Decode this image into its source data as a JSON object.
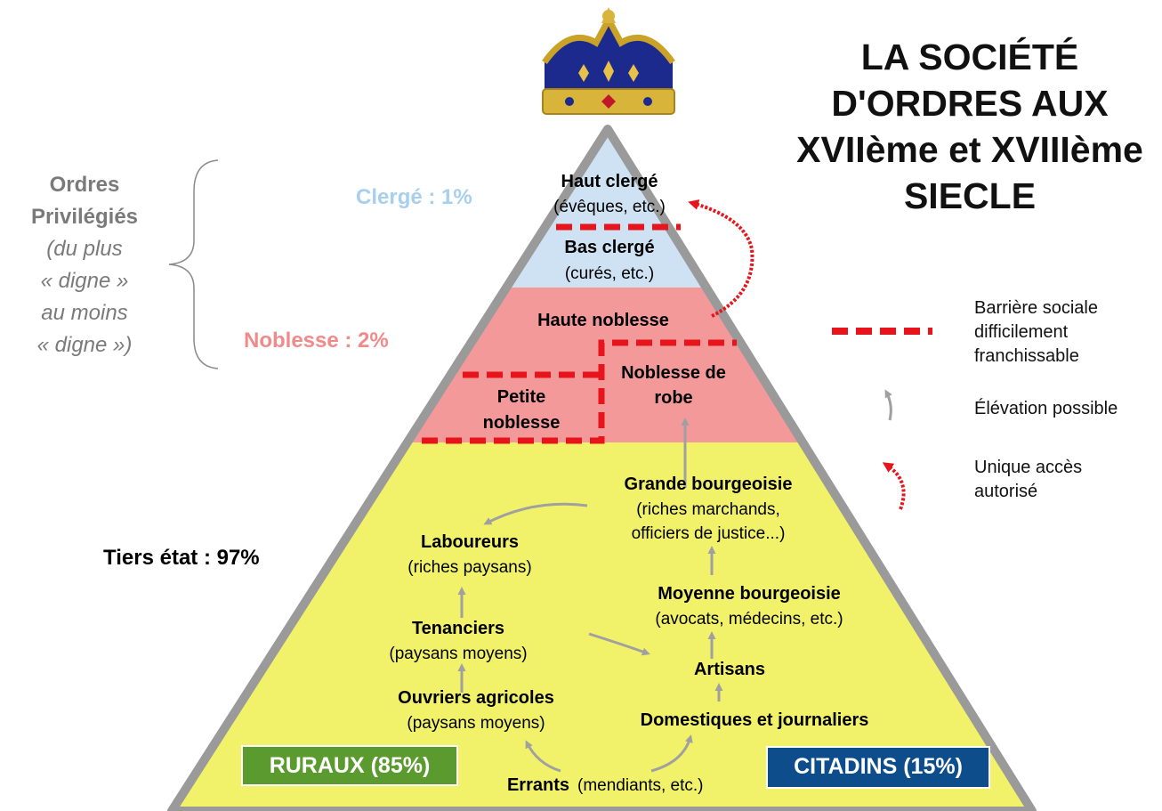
{
  "title_lines": [
    "LA SOCIÉTÉ",
    "D'ORDRES AUX",
    "XVIIème et XVIIIème",
    "SIECLE"
  ],
  "privileged": {
    "title_lines": [
      "Ordres",
      "Privilégiés"
    ],
    "subtitle_lines": [
      "(du plus",
      "« digne »",
      "au moins",
      "« digne »)"
    ]
  },
  "orders": {
    "clerge": {
      "label": "Clergé : 1%",
      "color": "#a7cfee",
      "fill": "#cfe2f3"
    },
    "noblesse": {
      "label": "Noblesse : 2%",
      "color": "#ef8b8b",
      "fill": "#f4999a"
    },
    "tiers": {
      "label": "Tiers état : 97%",
      "color": "#000000",
      "fill": "#f2f26a"
    }
  },
  "groups": {
    "haut_clerge": {
      "name": "Haut clergé",
      "detail": "(évêques, etc.)"
    },
    "bas_clerge": {
      "name": "Bas clergé",
      "detail": "(curés, etc.)"
    },
    "haute_noblesse": {
      "name": "Haute noblesse"
    },
    "noblesse_robe": {
      "line1": "Noblesse de",
      "line2": "robe"
    },
    "petite_noblesse": {
      "line1": "Petite",
      "line2": "noblesse"
    },
    "grande_bourgeoisie": {
      "name": "Grande bourgeoisie",
      "detail1": "(riches marchands,",
      "detail2": "officiers de justice...)"
    },
    "laboureurs": {
      "name": "Laboureurs",
      "detail": "(riches paysans)"
    },
    "moyenne_bourgeoisie": {
      "name": "Moyenne bourgeoisie",
      "detail": "(avocats, médecins, etc.)"
    },
    "tenanciers": {
      "name": "Tenanciers",
      "detail": "(paysans moyens)"
    },
    "artisans": {
      "name": "Artisans"
    },
    "ouvriers": {
      "name": "Ouvriers agricoles",
      "detail": "(paysans moyens)"
    },
    "domestiques": {
      "name": "Domestiques et journaliers"
    },
    "errants": {
      "name": "Errants",
      "detail": "(mendiants, etc.)"
    }
  },
  "boxes": {
    "ruraux": {
      "label": "RURAUX (85%)",
      "color": "#5a9a2e"
    },
    "citadins": {
      "label": "CITADINS (15%)",
      "color": "#0e4d8c"
    }
  },
  "legend": {
    "barrier": {
      "line1": "Barrière sociale",
      "line2": "difficilement",
      "line3": "franchissable"
    },
    "elevation": {
      "text": "Élévation possible"
    },
    "unique": {
      "line1": "Unique accès",
      "line2": "autorisé"
    }
  },
  "colors": {
    "barrier": "#e8141c",
    "arrow": "#a0a0a0",
    "pyramid_edge": "#9a9a9a"
  }
}
